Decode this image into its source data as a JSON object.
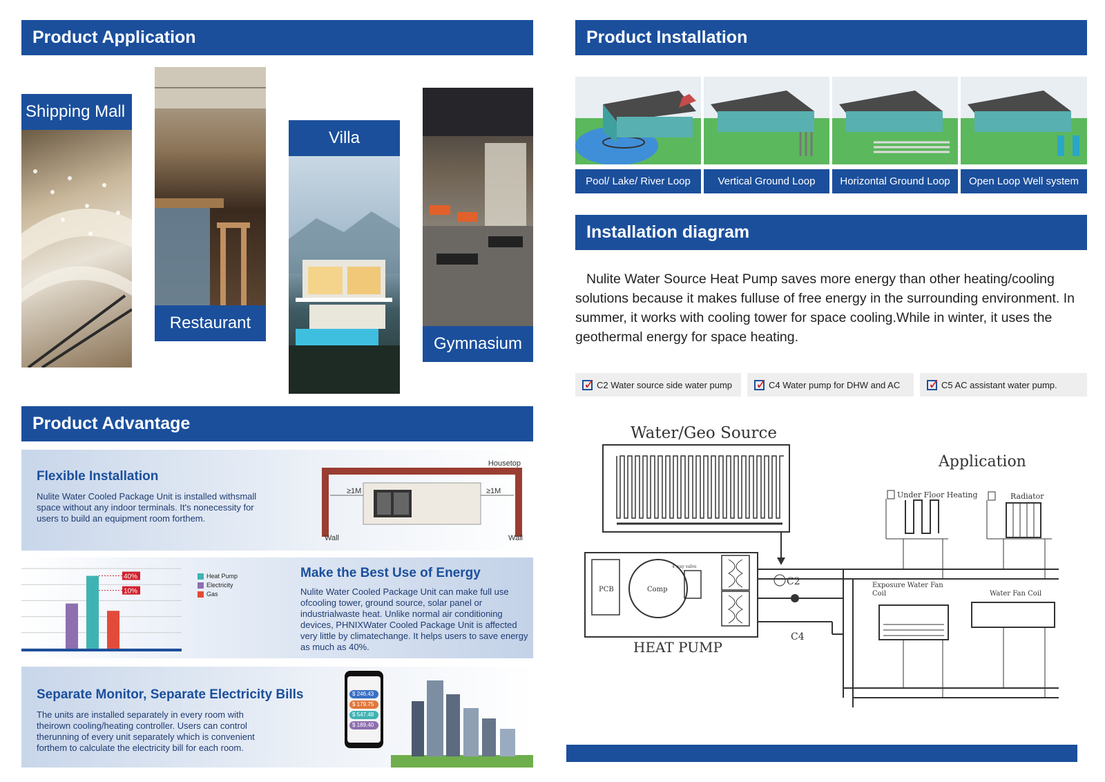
{
  "application": {
    "title": "Product Application",
    "tiles": [
      {
        "label": "Shipping Mall"
      },
      {
        "label": "Restaurant"
      },
      {
        "label": "Villa"
      },
      {
        "label": "Gymnasium"
      }
    ]
  },
  "installation": {
    "title": "Product Installation",
    "loops": [
      {
        "label": "Pool/ Lake/ River Loop"
      },
      {
        "label": "Vertical  Ground Loop"
      },
      {
        "label": "Horizontal Ground Loop"
      },
      {
        "label": "Open Loop Well system"
      }
    ]
  },
  "diagram": {
    "title": "Installation diagram",
    "paragraph": "Nulite Water Source Heat Pump saves more energy than other heating/cooling solutions because it makes fulluse of free energy in the surrounding environment. In summer, it works with cooling tower for space cooling.While in winter, it uses the geothermal energy for space heating.",
    "checks": [
      {
        "label": "C2 Water source side water pump"
      },
      {
        "label": "C4 Water pump for  DHW  and AC"
      },
      {
        "label": "C5  AC  assistant water pump."
      }
    ],
    "labels": {
      "source": "Water/Geo Source",
      "application": "Application",
      "ufh": "Under Floor Heating",
      "radiator": "Radiator",
      "exposure": "Exposure Water Fan",
      "coil": "Coil",
      "fancoil": "Water Fan Coil",
      "pcb": "PCB",
      "comp": "Comp",
      "valve": "4 way valve",
      "c2": "C2",
      "c4": "C4",
      "heatpump": "HEAT  PUMP"
    }
  },
  "advantage": {
    "title": "Product Advantage",
    "flexible": {
      "title": "Flexible Installation",
      "text": "Nulite Water Cooled Package Unit is installed withsmall space without any indoor terminals. It's nonecessity for users to build an equipment room forthem.",
      "housetop": "Housetop",
      "wall_left": "Wall",
      "wall_right": "Wall",
      "gap_left": "≥1M",
      "gap_right": "≥1M"
    },
    "energy": {
      "title": "Make the Best Use of Energy",
      "text": "Nulite Water Cooled Package Unit can make full use ofcooling tower, ground source, solar panel or industrialwaste heat. Unlike normal air conditioning devices, PHNIXWater Cooled Package Unit is affected very little by climatechange. It helps users to save energy as much as 40%.",
      "chart_data": {
        "type": "bar",
        "categories": [
          "Heat Pump",
          "Electricity",
          "Gas"
        ],
        "series": [
          {
            "name": "Electricity",
            "values": [
              null,
              62,
              null
            ]
          },
          {
            "name": "Heat Pump",
            "values": [
              null,
              100,
              null
            ]
          },
          {
            "name": "Gas",
            "values": [
              null,
              52,
              null
            ]
          }
        ],
        "bars": [
          {
            "name": "Electricity",
            "value": 62,
            "color": "#8e6fb0"
          },
          {
            "name": "Heat Pump",
            "value": 100,
            "color": "#3fb3b3"
          },
          {
            "name": "Gas",
            "value": 52,
            "color": "#e24b3b"
          }
        ],
        "annotations": [
          "40%",
          "10%"
        ],
        "legend": [
          {
            "name": "Heat Pump",
            "color": "#3fb3b3"
          },
          {
            "name": "Electricity",
            "color": "#8e6fb0"
          },
          {
            "name": "Gas",
            "color": "#e24b3b"
          }
        ],
        "ylim": [
          0,
          110
        ],
        "grid": true,
        "legend_position": "right"
      }
    },
    "monitor": {
      "title": "Separate Monitor, Separate Electricity Bills",
      "text": "The units are installed separately in every room with theirown cooling/heating controller. Users can control therunning of every unit separately which is convenient forthem to calculate the electricity bill for each room.",
      "phone_values": [
        "246.43",
        "179.75",
        "547.48",
        "189.40"
      ],
      "phone_colors": [
        "#3a6fc4",
        "#e2773a",
        "#3fb3b3",
        "#8e6fb0"
      ]
    }
  }
}
